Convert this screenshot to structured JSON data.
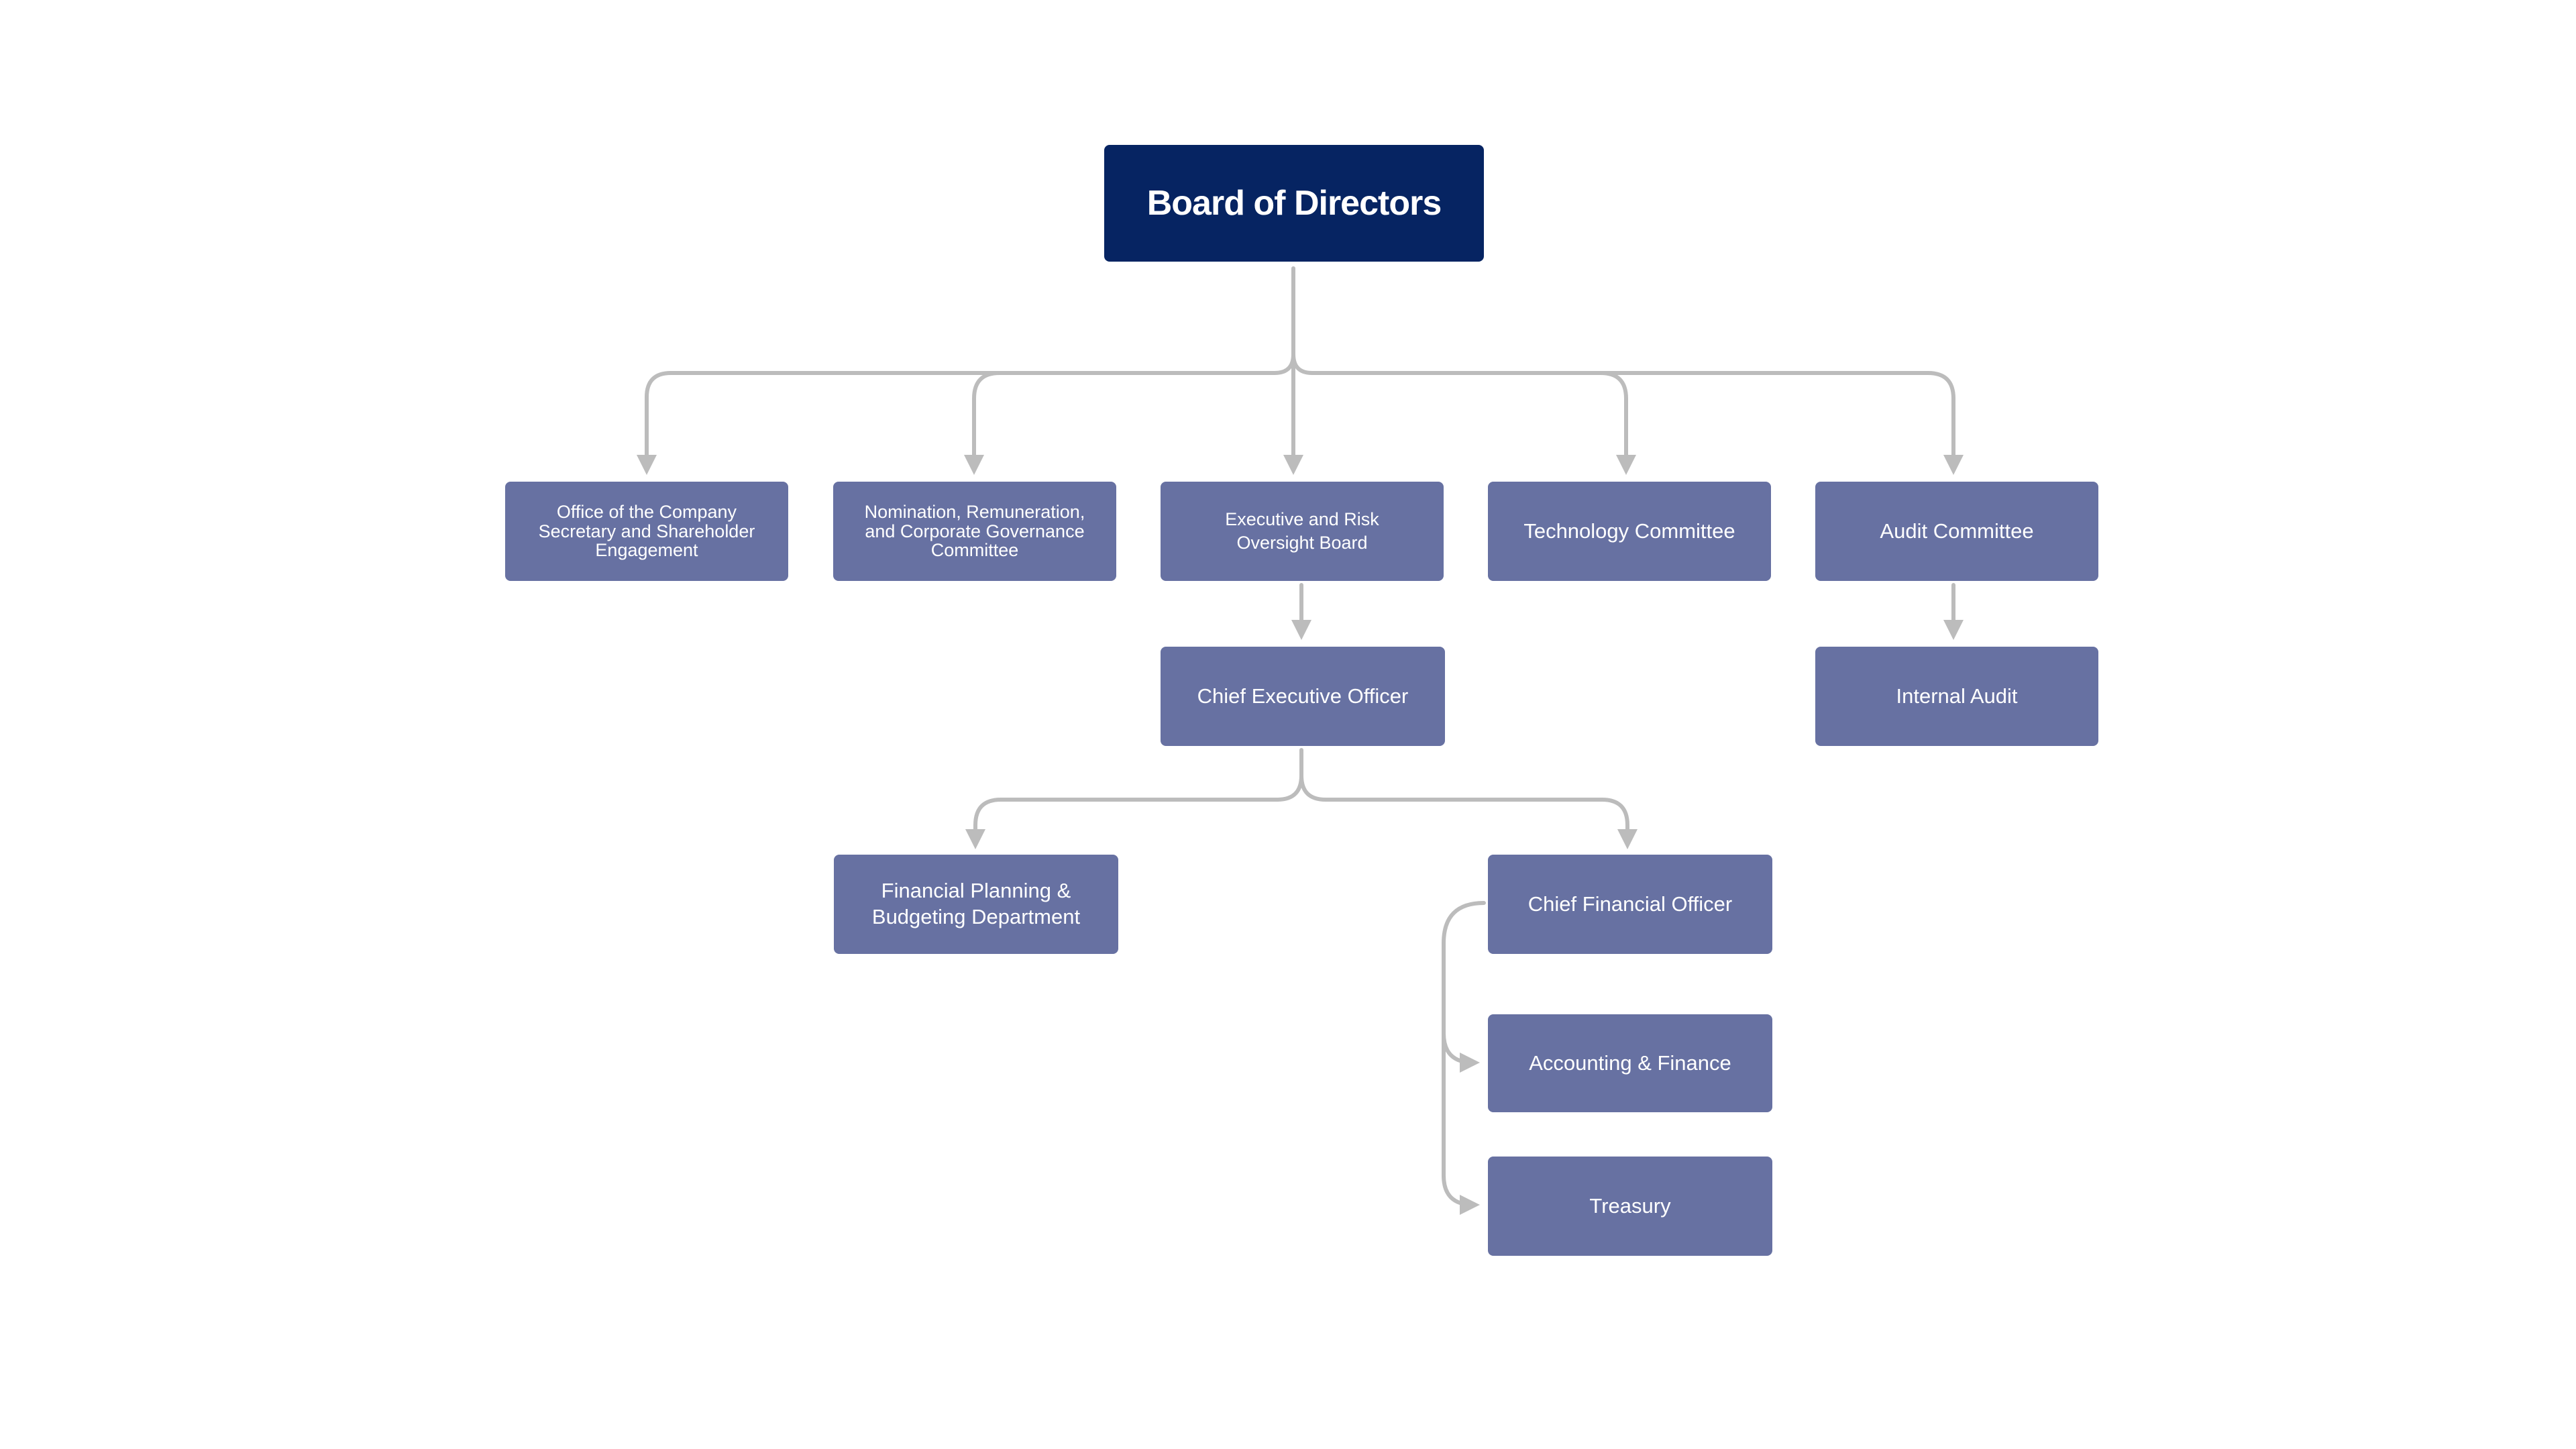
{
  "colors": {
    "root_fill": "#062462",
    "unit_fill": "#6771a2",
    "connector": "#bcbcbc",
    "text": "#ffffff",
    "background": "#ffffff"
  },
  "root": {
    "label": "Board of Directors"
  },
  "committees": [
    {
      "label": "Office of the Company\nSecretary and Shareholder\nEngagement"
    },
    {
      "label": "Nomination, Remuneration,\nand Corporate Governance\nCommittee"
    },
    {
      "label": "Executive and Risk\nOversight Board"
    },
    {
      "label": "Technology Committee"
    },
    {
      "label": "Audit Committee"
    }
  ],
  "executive": {
    "ceo": {
      "label": "Chief Executive Officer"
    },
    "fpb": {
      "label": "Financial Planning &\nBudgeting Department"
    },
    "cfo": {
      "label": "Chief Financial Officer"
    },
    "accounting": {
      "label": "Accounting & Finance"
    },
    "treasury": {
      "label": "Treasury"
    }
  },
  "audit": {
    "internal_audit": {
      "label": "Internal Audit"
    }
  }
}
